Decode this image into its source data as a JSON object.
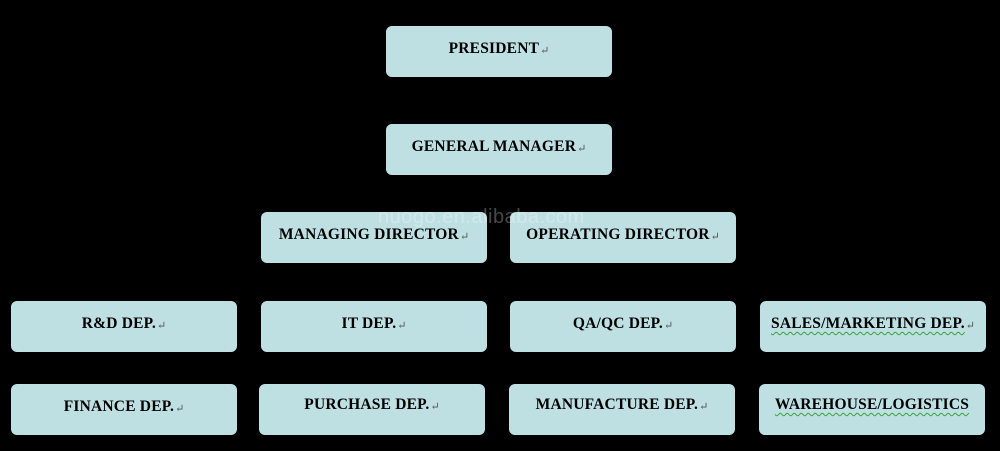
{
  "colors": {
    "background": "#000000",
    "node_fill": "#bfe0e3",
    "text": "#000000"
  },
  "paragraph_mark": "↵",
  "watermark": "nuogo.en.alibaba.com",
  "nodes": {
    "president": "PRESIDENT",
    "general_manager": "GENERAL MANAGER",
    "managing_director": "MANAGING DIRECTOR",
    "operating_director": "OPERATING DIRECTOR",
    "rd_dep": "R&D DEP.",
    "it_dep": "IT DEP.",
    "qa_qc_dep": "QA/QC DEP.",
    "sales_marketing_dep": "SALES/MARKETING DEP.",
    "finance_dep": "FINANCE DEP.",
    "purchase_dep": "PURCHASE DEP.",
    "manufacture_dep": "MANUFACTURE DEP.",
    "warehouse_logistics": "WAREHOUSE/LOGISTICS"
  }
}
